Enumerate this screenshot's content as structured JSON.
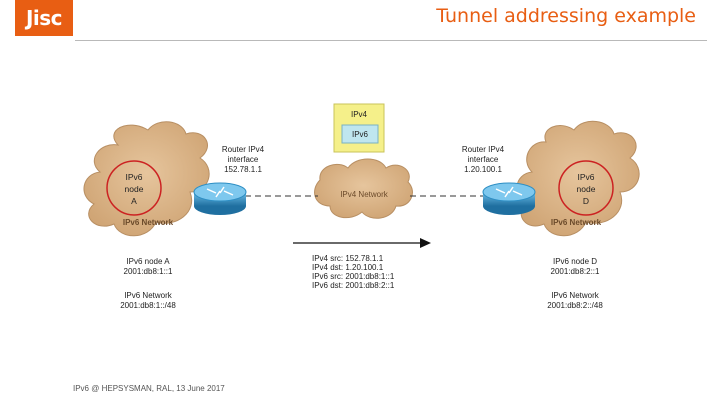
{
  "header": {
    "logo": "Jisc",
    "title": "Tunnel addressing example"
  },
  "legend_box": {
    "outer": "IPv4",
    "inner": "IPv6"
  },
  "clouds": {
    "left_node": [
      "IPv6",
      "node",
      "A"
    ],
    "left_network": "IPv6 Network",
    "center_network": "IPv4 Network",
    "right_node": [
      "IPv6",
      "node",
      "D"
    ],
    "right_network": "IPv6 Network"
  },
  "routers": {
    "left": [
      "Router IPv4",
      "interface",
      "152.78.1.1"
    ],
    "right": [
      "Router IPv4",
      "interface",
      "1.20.100.1"
    ]
  },
  "left_info": [
    "IPv6 node A",
    "2001:db8:1::1",
    "",
    "IPv6 Network",
    "2001:db8:1::/48"
  ],
  "packet_info": [
    "IPv4 src: 152.78.1.1",
    "IPv4 dst: 1.20.100.1",
    "IPv6 src: 2001:db8:1::1",
    "IPv6 dst: 2001:db8:2::1"
  ],
  "right_info": [
    "IPv6 node D",
    "2001:db8:2::1",
    "",
    "IPv6 Network",
    "2001:db8:2::/48"
  ],
  "footer": "IPv6 @ HEPSYSMAN, RAL, 13 June 2017",
  "colors": {
    "brand": "#e85e13",
    "cloud_fill": "#d9b48a",
    "cloud_stroke": "#b88f63",
    "node_ring": "#cc2222",
    "ipv4_box": "#f5f08a",
    "ipv6_box": "#bfe6ef",
    "router": "#2f8fc4"
  },
  "icons": [
    "router-icon",
    "arrow-right-icon"
  ]
}
